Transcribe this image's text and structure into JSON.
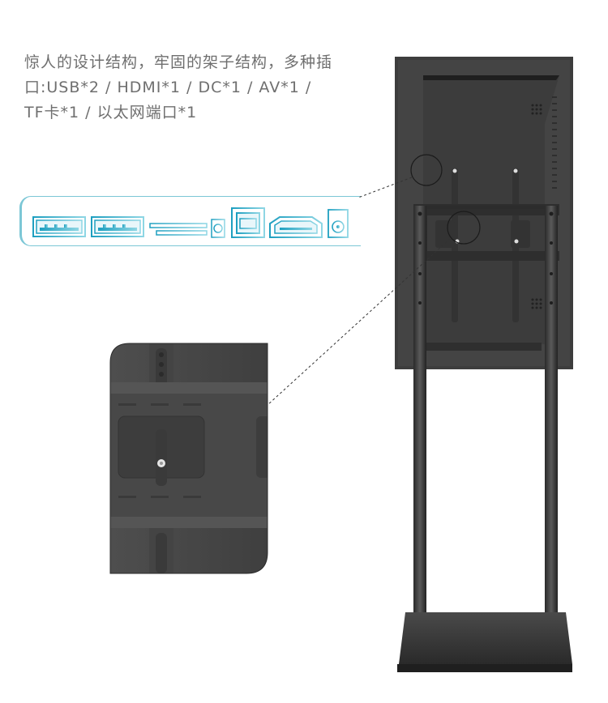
{
  "caption": {
    "line1": "惊人的设计结构，牢固的架子结构，多种插",
    "line2": "口:USB*2 / HDMI*1 / DC*1 / AV*1 /",
    "line3": "TF卡*1 / 以太网端口*1"
  },
  "ports": [
    "usb-port",
    "usb-port",
    "tf-card-slot",
    "dc-port",
    "ethernet-port",
    "hdmi-port",
    "av-port"
  ],
  "colors": {
    "accent": "#1e9fc0",
    "accent_light": "#7cc7d6",
    "frame": "#3a3a3a",
    "screen": "#4a4a4a",
    "caption_text": "#6f6f6f"
  }
}
